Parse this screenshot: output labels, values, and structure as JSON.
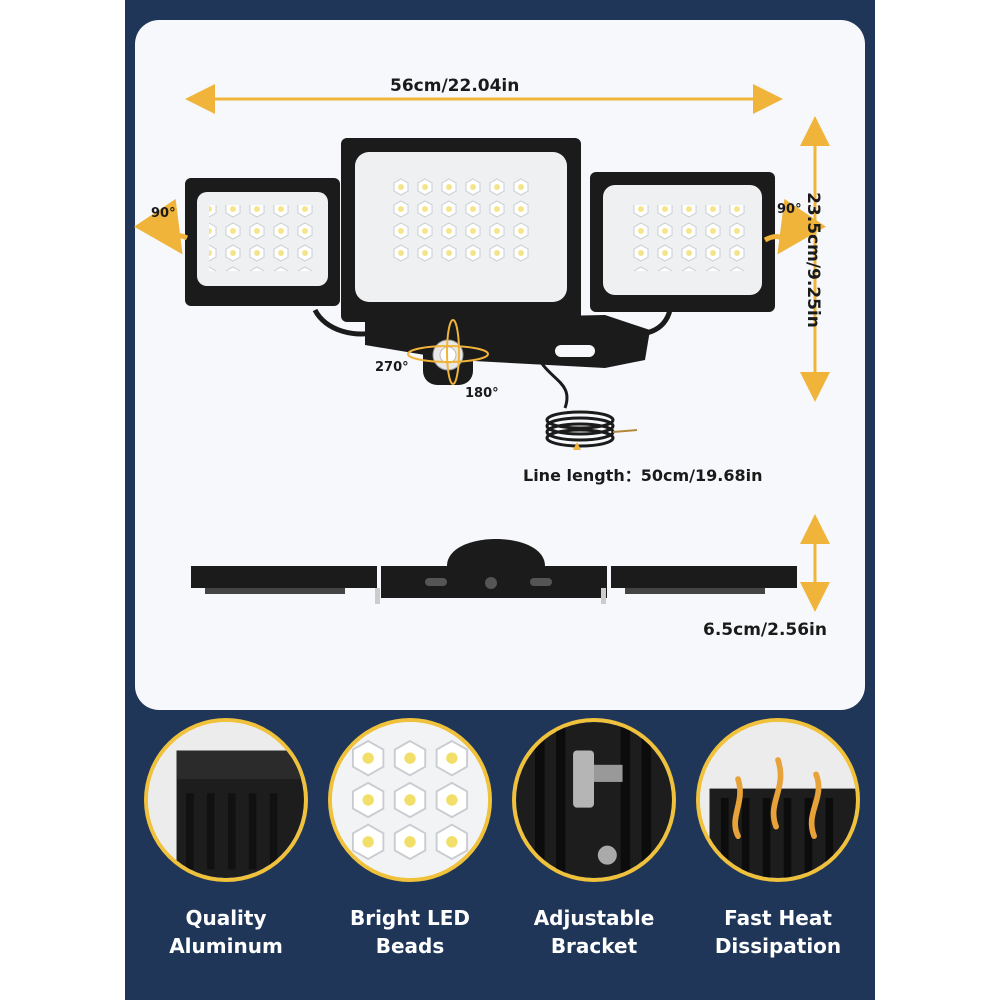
{
  "dimensions": {
    "width_label": "56cm/22.04in",
    "height_label": "23.5cm/9.25in",
    "line_length_label": "Line length：50cm/19.68in",
    "depth_label": "6.5cm/2.56in"
  },
  "rotation": {
    "left_panel": "90°",
    "right_panel": "90°",
    "sensor_horizontal": "270°",
    "sensor_vertical": "180°"
  },
  "features": [
    {
      "line1": "Quality",
      "line2": "Aluminum",
      "icon": "aluminum-housing-icon"
    },
    {
      "line1": "Bright LED",
      "line2": "Beads",
      "icon": "led-beads-icon"
    },
    {
      "line1": "Adjustable",
      "line2": "Bracket",
      "icon": "bracket-icon"
    },
    {
      "line1": "Fast Heat",
      "line2": "Dissipation",
      "icon": "heat-dissipation-icon"
    }
  ],
  "colors": {
    "background_navy": "#1f3658",
    "panel": "#f6f8fb",
    "accent_arrow": "#f0b43a",
    "circle_border": "#f0c13a",
    "fixture_black": "#1b1b1b"
  }
}
